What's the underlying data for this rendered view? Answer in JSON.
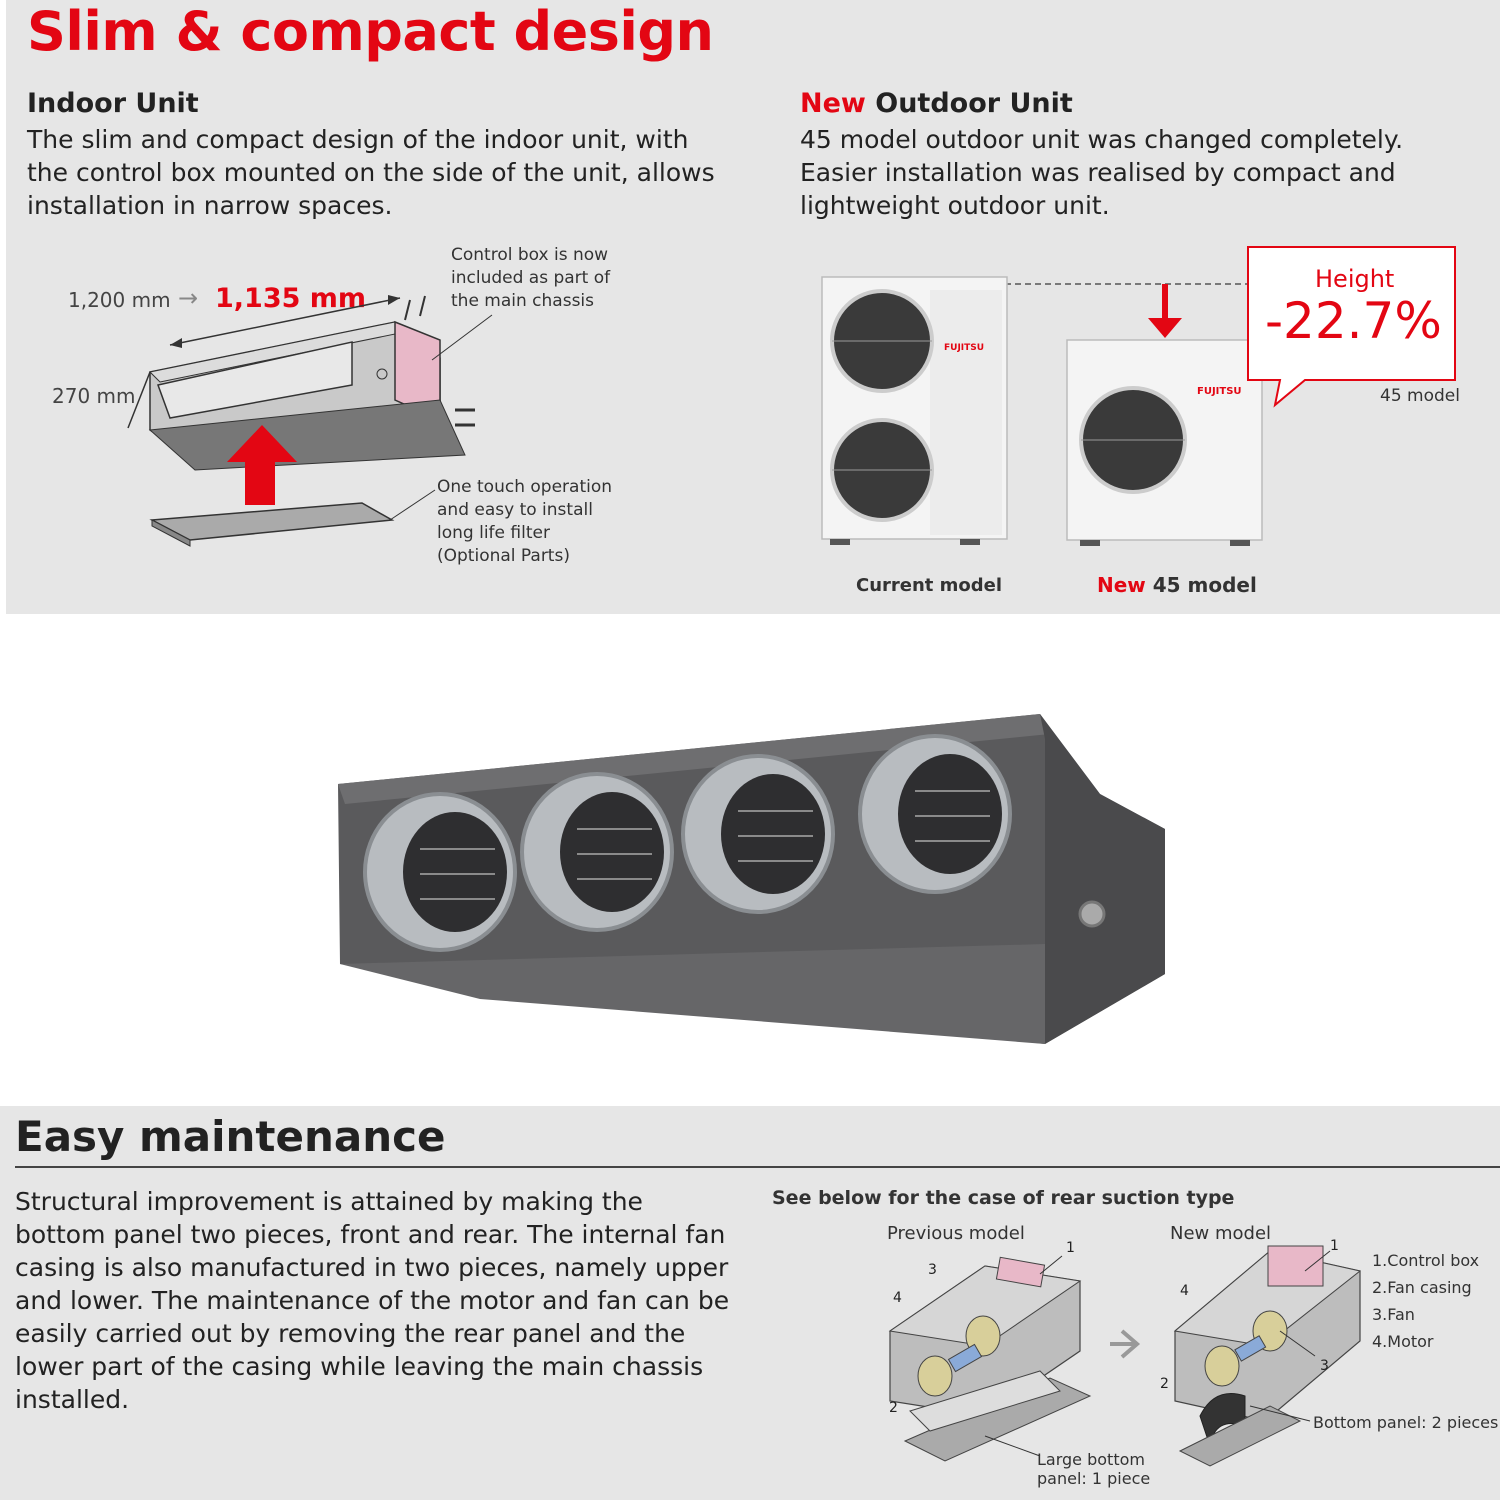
{
  "slim": {
    "title": "Slim & compact design",
    "indoor": {
      "heading": "Indoor Unit",
      "body": "The slim and compact design of the indoor unit, with the control box mounted on the side of the unit, allows installation in narrow spaces.",
      "dim_old_width": "1,200 mm",
      "dim_new_width": "1,135 mm",
      "dim_height": "270 mm",
      "callout_control_box": [
        "Control box is now",
        "included as part of",
        "the main chassis"
      ],
      "callout_filter": [
        "One touch operation",
        "and easy to install",
        "long life filter",
        "(Optional Parts)"
      ]
    },
    "outdoor": {
      "heading_new": "New",
      "heading_rest": " Outdoor Unit",
      "body": "45 model outdoor unit was changed completely. Easier installation was realised by compact and lightweight outdoor unit.",
      "height_label": "Height",
      "height_value": "-22.7%",
      "model_tag": "45 model",
      "current_caption": "Current model",
      "new_caption_new": "New",
      "new_caption_rest": " 45 model",
      "brand_logo": "FUJITSU"
    }
  },
  "maintenance": {
    "title": "Easy maintenance",
    "body": "Structural improvement is attained by making the bottom panel two pieces, front and rear. The internal fan casing is also manufactured in two pieces, namely upper and lower. The maintenance of the motor and fan can be easily carried out by removing the rear panel and the lower part of the casing while leaving the main chassis installed.",
    "diagram_caption": "See below for the case of rear suction type",
    "previous_label": "Previous model",
    "new_label": "New model",
    "legend": [
      "1.Control box",
      "2.Fan casing",
      "3.Fan",
      "4.Motor"
    ],
    "bottom_panel_new": "Bottom panel: 2 pieces",
    "bottom_panel_prev": [
      "Large bottom",
      "panel: 1 piece"
    ],
    "numbers": [
      "1",
      "2",
      "3",
      "4"
    ]
  },
  "colors": {
    "accent": "#e30613",
    "panel_bg": "#e6e6e6",
    "control_box_pink": "#e8b8c8"
  }
}
